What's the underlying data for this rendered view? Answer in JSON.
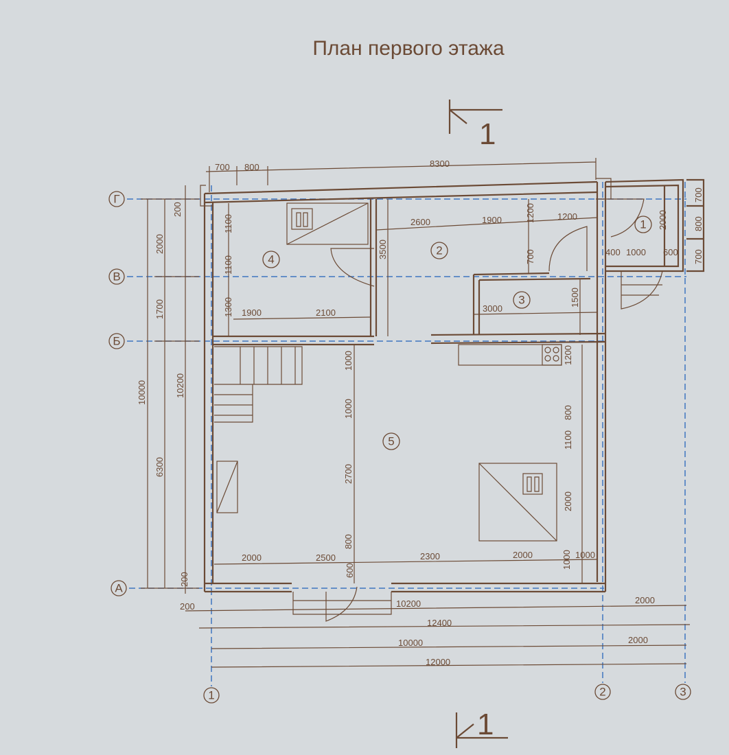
{
  "title": "План первого этажа",
  "section_mark": "1",
  "axes": {
    "horizontal": [
      "Г",
      "В",
      "Б",
      "А"
    ],
    "vertical": [
      "1",
      "2",
      "3"
    ]
  },
  "rooms": [
    "1",
    "2",
    "3",
    "4",
    "5"
  ],
  "dims": {
    "top": [
      "700",
      "800",
      "8300"
    ],
    "left": [
      "200",
      "2000",
      "1700",
      "6300",
      "10000",
      "10200",
      "200",
      "200"
    ],
    "room4": [
      "1100",
      "1100",
      "1300",
      "1900",
      "2100"
    ],
    "room2": [
      "3500",
      "2600",
      "1900",
      "1200",
      "1200",
      "700"
    ],
    "room3": [
      "3000",
      "1500"
    ],
    "room1": [
      "2000",
      "400",
      "1000",
      "600",
      "700",
      "800",
      "700"
    ],
    "room5_v": [
      "1000",
      "1000",
      "2700",
      "800",
      "600",
      "1200",
      "800",
      "1100",
      "2000",
      "1000"
    ],
    "room5_h": [
      "2000",
      "2500",
      "2300",
      "2000",
      "1000"
    ],
    "bottom": [
      "10200",
      "2000",
      "12400",
      "10000",
      "2000",
      "12000"
    ]
  }
}
